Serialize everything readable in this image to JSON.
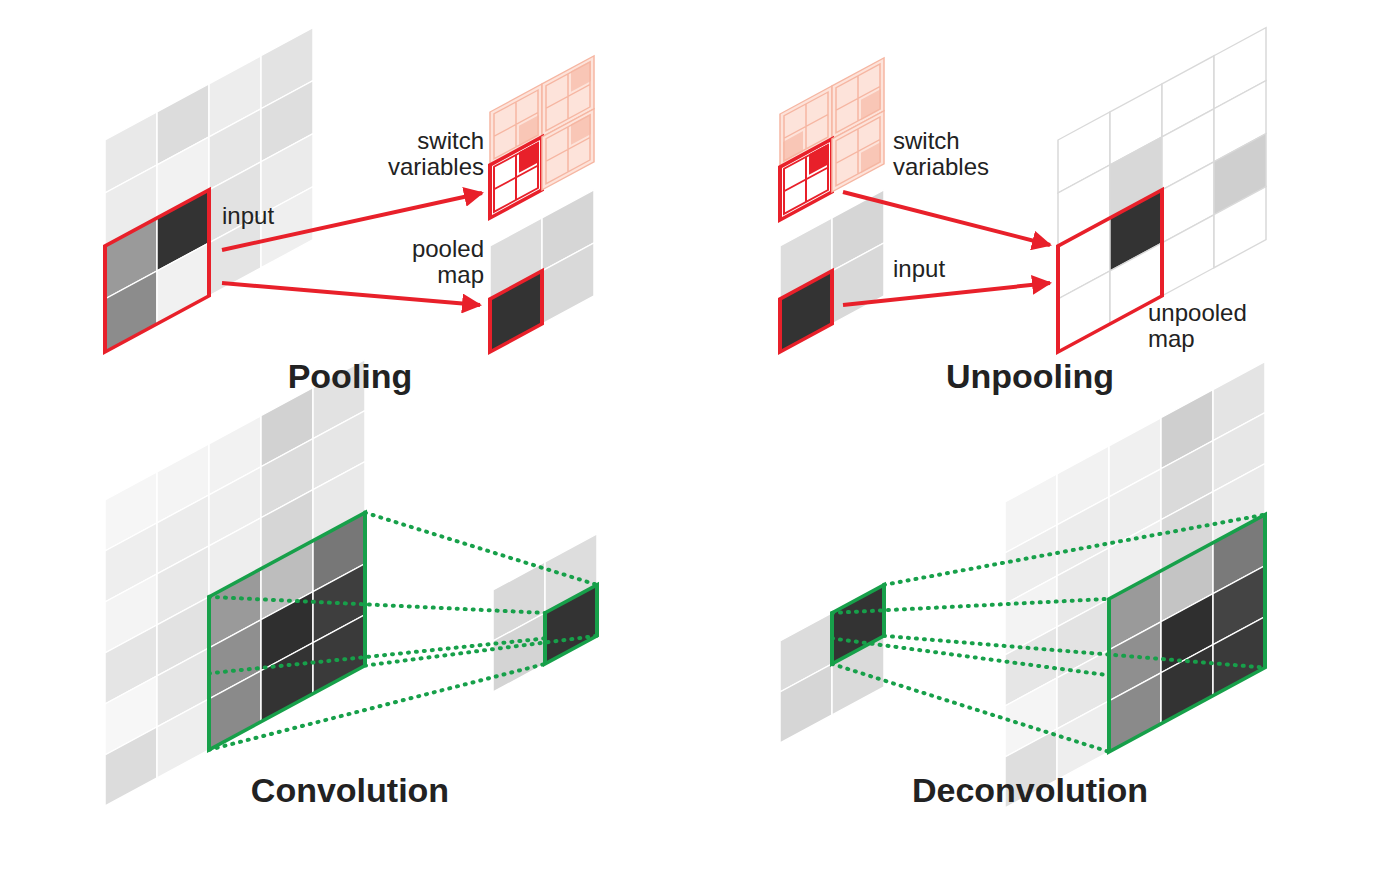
{
  "diagram": {
    "labels": [
      "switch variables",
      "input",
      "pooled map",
      "Pooling",
      "switch variables",
      "input",
      "unpooled map",
      "Unpooling",
      "Convolution",
      "Deconvolution"
    ]
  }
}
